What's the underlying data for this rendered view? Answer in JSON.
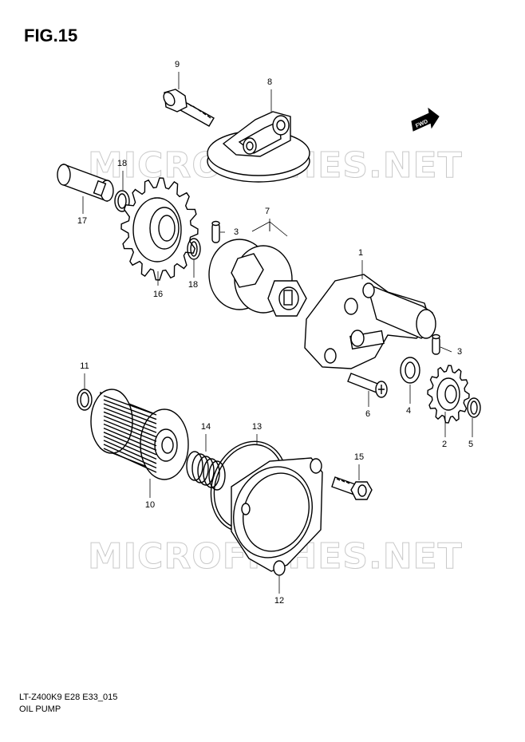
{
  "figure": {
    "title": "FIG.15"
  },
  "footer": {
    "code": "LT-Z400K9 E28 E33_015",
    "name": "OIL PUMP"
  },
  "watermark": {
    "text": "MICROFICHES.NET"
  },
  "direction_badge": {
    "text": "FWD"
  },
  "callouts": {
    "c1": "1",
    "c2": "2",
    "c3a": "3",
    "c3b": "3",
    "c4": "4",
    "c5": "5",
    "c6": "6",
    "c7": "7",
    "c8": "8",
    "c9": "9",
    "c10": "10",
    "c11": "11",
    "c12": "12",
    "c13": "13",
    "c14": "14",
    "c15": "15",
    "c16": "16",
    "c17": "17",
    "c18a": "18",
    "c18b": "18"
  }
}
